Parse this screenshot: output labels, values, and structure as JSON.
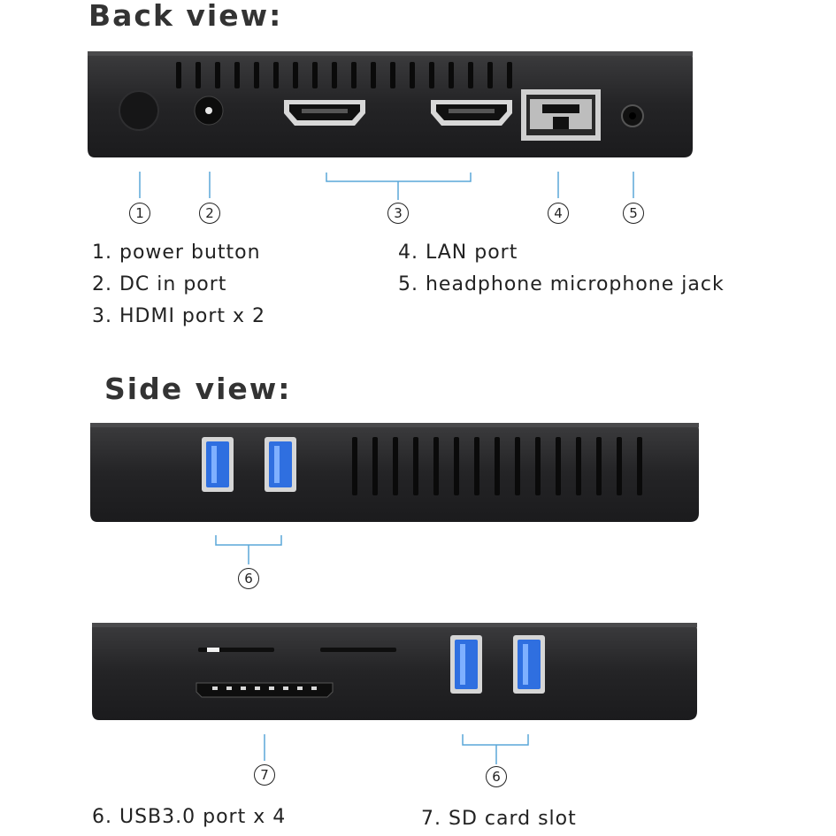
{
  "back_view": {
    "heading": "Back view:",
    "callouts": [
      "1",
      "2",
      "3",
      "4",
      "5"
    ],
    "labels": [
      "1. power button",
      "2. DC in port",
      "3. HDMI port x 2",
      "4. LAN port",
      "5. headphone microphone jack"
    ]
  },
  "side_view": {
    "heading": "Side view:",
    "callouts": [
      "6",
      "7",
      "6"
    ],
    "labels": [
      "6. USB3.0 port x 4",
      "7. SD card slot"
    ]
  },
  "colors": {
    "device_body": "#2b2b2d",
    "device_top": "#3a3a3c",
    "usb_blue": "#2f6fe0",
    "callout_line": "#5aa7d8"
  }
}
